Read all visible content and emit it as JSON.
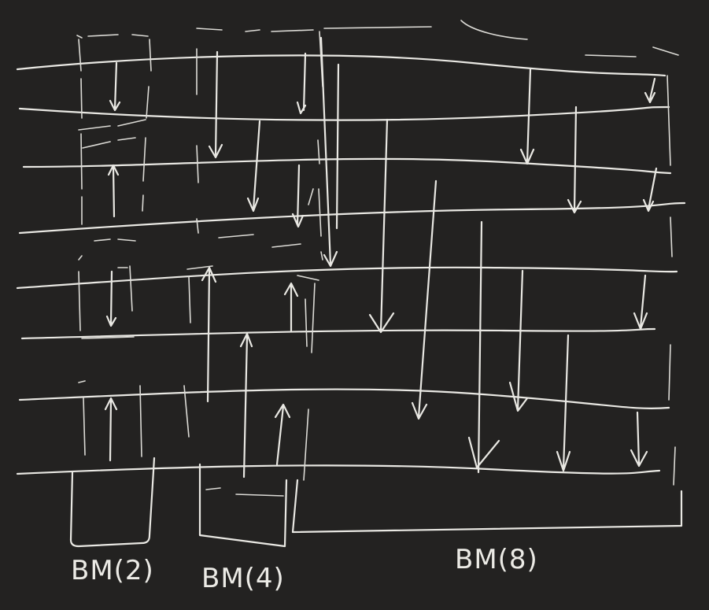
{
  "diagram": {
    "wires": 8,
    "groups": [
      {
        "name": "BM(2)",
        "label": "BM(2)"
      },
      {
        "name": "BM(4)",
        "label": "BM(4)"
      },
      {
        "name": "BM(8)",
        "label": "BM(8)"
      }
    ]
  }
}
